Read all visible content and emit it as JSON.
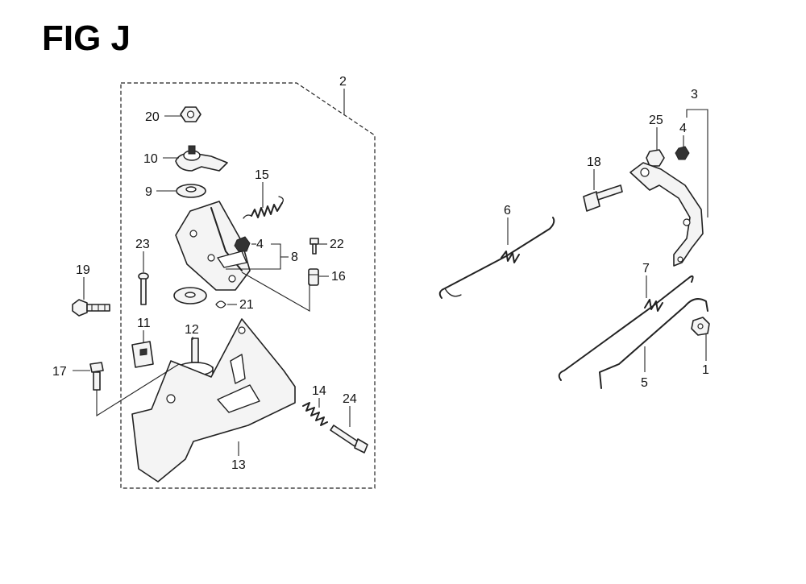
{
  "figure": {
    "title": "FIG J"
  },
  "callouts": {
    "c1": "1",
    "c2": "2",
    "c3": "3",
    "c4a": "4",
    "c4b": "4",
    "c5": "5",
    "c6": "6",
    "c7": "7",
    "c8": "8",
    "c9": "9",
    "c10": "10",
    "c11": "11",
    "c12": "12",
    "c13": "13",
    "c14": "14",
    "c15": "15",
    "c16": "16",
    "c17": "17",
    "c18": "18",
    "c19": "19",
    "c20": "20",
    "c21": "21",
    "c22": "22",
    "c23": "23",
    "c24": "24",
    "c25": "25"
  }
}
